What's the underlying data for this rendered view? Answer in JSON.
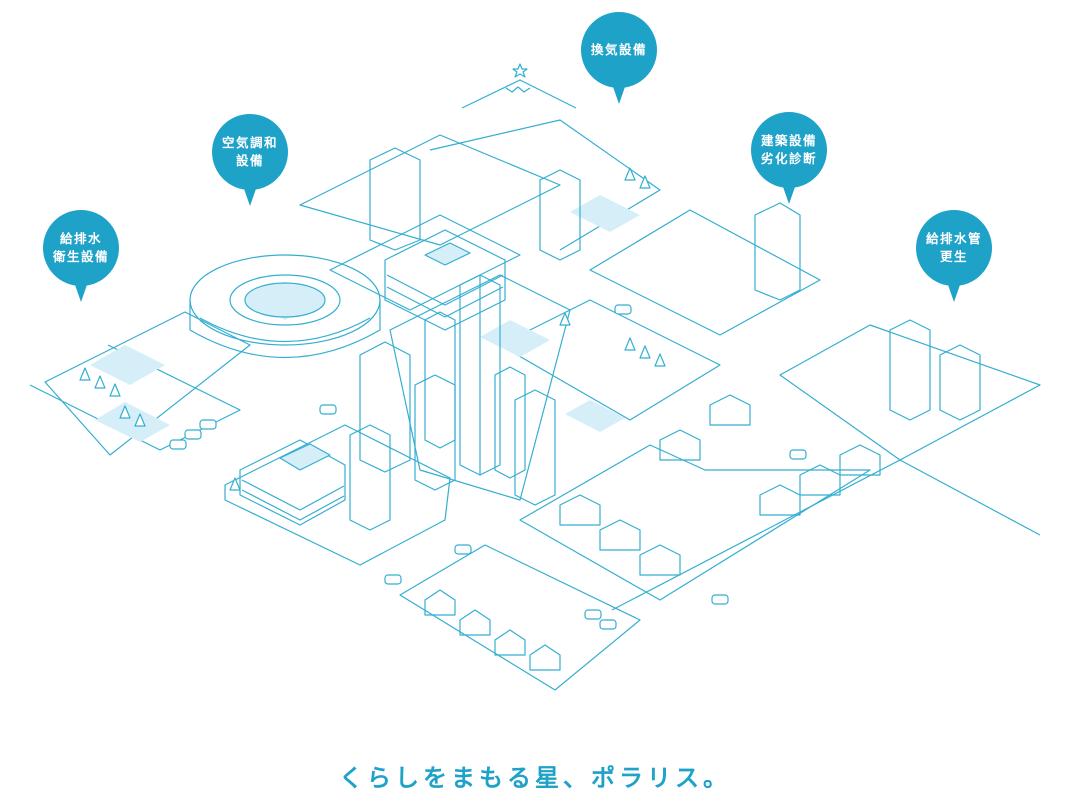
{
  "colors": {
    "accent": "#1ea2c8",
    "line": "#35aed1",
    "fill": "#d5eef7"
  },
  "pins": [
    {
      "id": "water-sanitation",
      "icon": "map-pin-icon",
      "lines": [
        "給排水",
        "衛生設備"
      ]
    },
    {
      "id": "air-conditioning",
      "icon": "map-pin-icon",
      "lines": [
        "空気調和",
        "設備"
      ]
    },
    {
      "id": "ventilation",
      "icon": "map-pin-icon",
      "lines": [
        "換気設備"
      ]
    },
    {
      "id": "building-diagnosis",
      "icon": "map-pin-icon",
      "lines": [
        "建築設備",
        "劣化診断"
      ]
    },
    {
      "id": "pipe-renewal",
      "icon": "map-pin-icon",
      "lines": [
        "給排水管",
        "更生"
      ]
    }
  ],
  "tagline": "くらしをまもる星、ポラリス。"
}
